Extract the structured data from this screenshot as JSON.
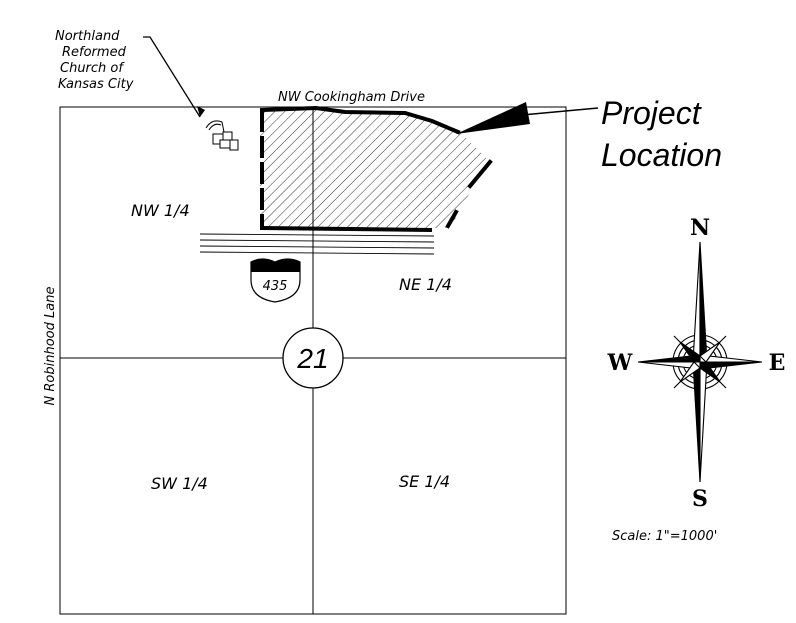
{
  "map": {
    "church_label": [
      "Northland",
      "Reformed",
      "Church of",
      "Kansas City"
    ],
    "road_north": "NW Cookingham Drive",
    "road_west": "N Robinhood Lane",
    "highway_shield": "435",
    "section_number": "21",
    "quarters": {
      "nw": "NW 1/4",
      "ne": "NE 1/4",
      "sw": "SW 1/4",
      "se": "SE 1/4"
    },
    "project_label": [
      "Project",
      "Location"
    ],
    "compass": {
      "n": "N",
      "s": "S",
      "e": "E",
      "w": "W"
    },
    "scale": "Scale: 1\"=1000'"
  }
}
